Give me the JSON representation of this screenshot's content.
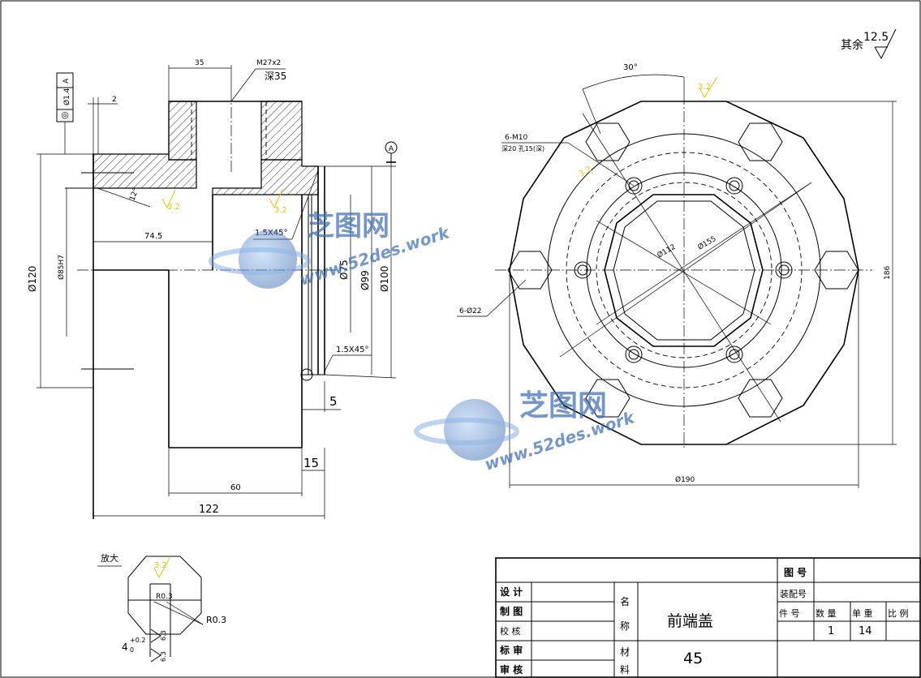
{
  "roughness_note": {
    "prefix": "其余",
    "value": "12.5"
  },
  "left_view": {
    "dims": {
      "d35": "35",
      "thread": "M27x2",
      "thread_depth": "深35",
      "d2": "2",
      "gdt_symbol": "◎",
      "gdt_tol": "Ø1.4",
      "gdt_datum": "A",
      "datum_flag": "A",
      "chamfer_top": "1.5X45°",
      "chamfer_bottom": "1.5X45°",
      "d74_5": "74.5",
      "d120": "Ø120",
      "d85": "Ø85H7",
      "d75": "Ø75",
      "d99": "Ø99",
      "d100": "Ø100",
      "d5": "5",
      "d15": "15",
      "d60": "60",
      "d122": "122",
      "angle_small": "12°",
      "rough_a": "3.2",
      "rough_b": "3.2"
    }
  },
  "right_view": {
    "dims": {
      "angle": "30°",
      "tapped": "6-M10",
      "tapped_depth": "深20 孔15(深)",
      "holes": "6-Ø22",
      "d112": "Ø112",
      "d155": "Ø155",
      "d186": "186",
      "d190": "Ø190",
      "rough": "3.2",
      "rough_b": "3.2"
    }
  },
  "detail": {
    "title": "放大",
    "r1": "R0.3",
    "r2": "R0.3",
    "depth": "4",
    "tol": "+0.2",
    "tol0": "0",
    "rough": "3.2",
    "r63a": "6.3",
    "r63b": "6.3"
  },
  "watermark": {
    "brand": "芝图网",
    "url": "www.52des.work"
  },
  "title_block": {
    "labels": {
      "design": "设 计",
      "draw": "制 图",
      "check": "校 核",
      "standard": "标 审",
      "review": "审 核",
      "name_1": "名",
      "name_2": "称",
      "mat_1": "材",
      "mat_2": "料",
      "drawing_no": "图   号",
      "assembly_no": "装配号",
      "part_no": "件 号",
      "qty": "数 量",
      "unit_weight": "单 重",
      "ratio": "比 例"
    },
    "part_name": "前端盖",
    "material": "45",
    "qty_value": "1",
    "weight_value": "14"
  }
}
